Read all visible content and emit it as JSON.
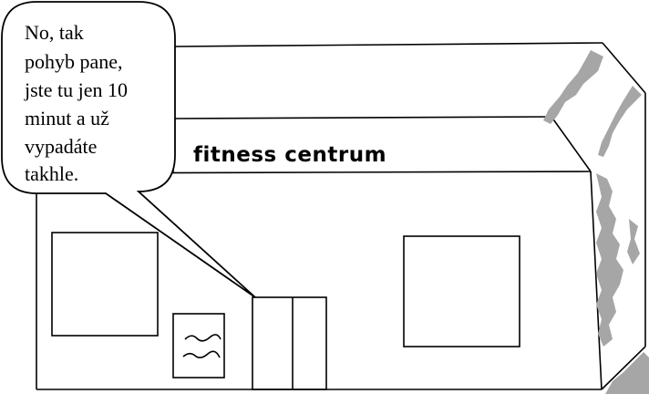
{
  "speech_bubble": {
    "lines": [
      "No, tak",
      "pohyb pane,",
      "jste tu jen 10",
      "minut a už",
      "vypadáte",
      "takhle."
    ]
  },
  "building": {
    "sign_text": "fitness centrum"
  },
  "colors": {
    "ink": "#000000",
    "background": "#ffffff",
    "damage": "#a6a6a6"
  }
}
